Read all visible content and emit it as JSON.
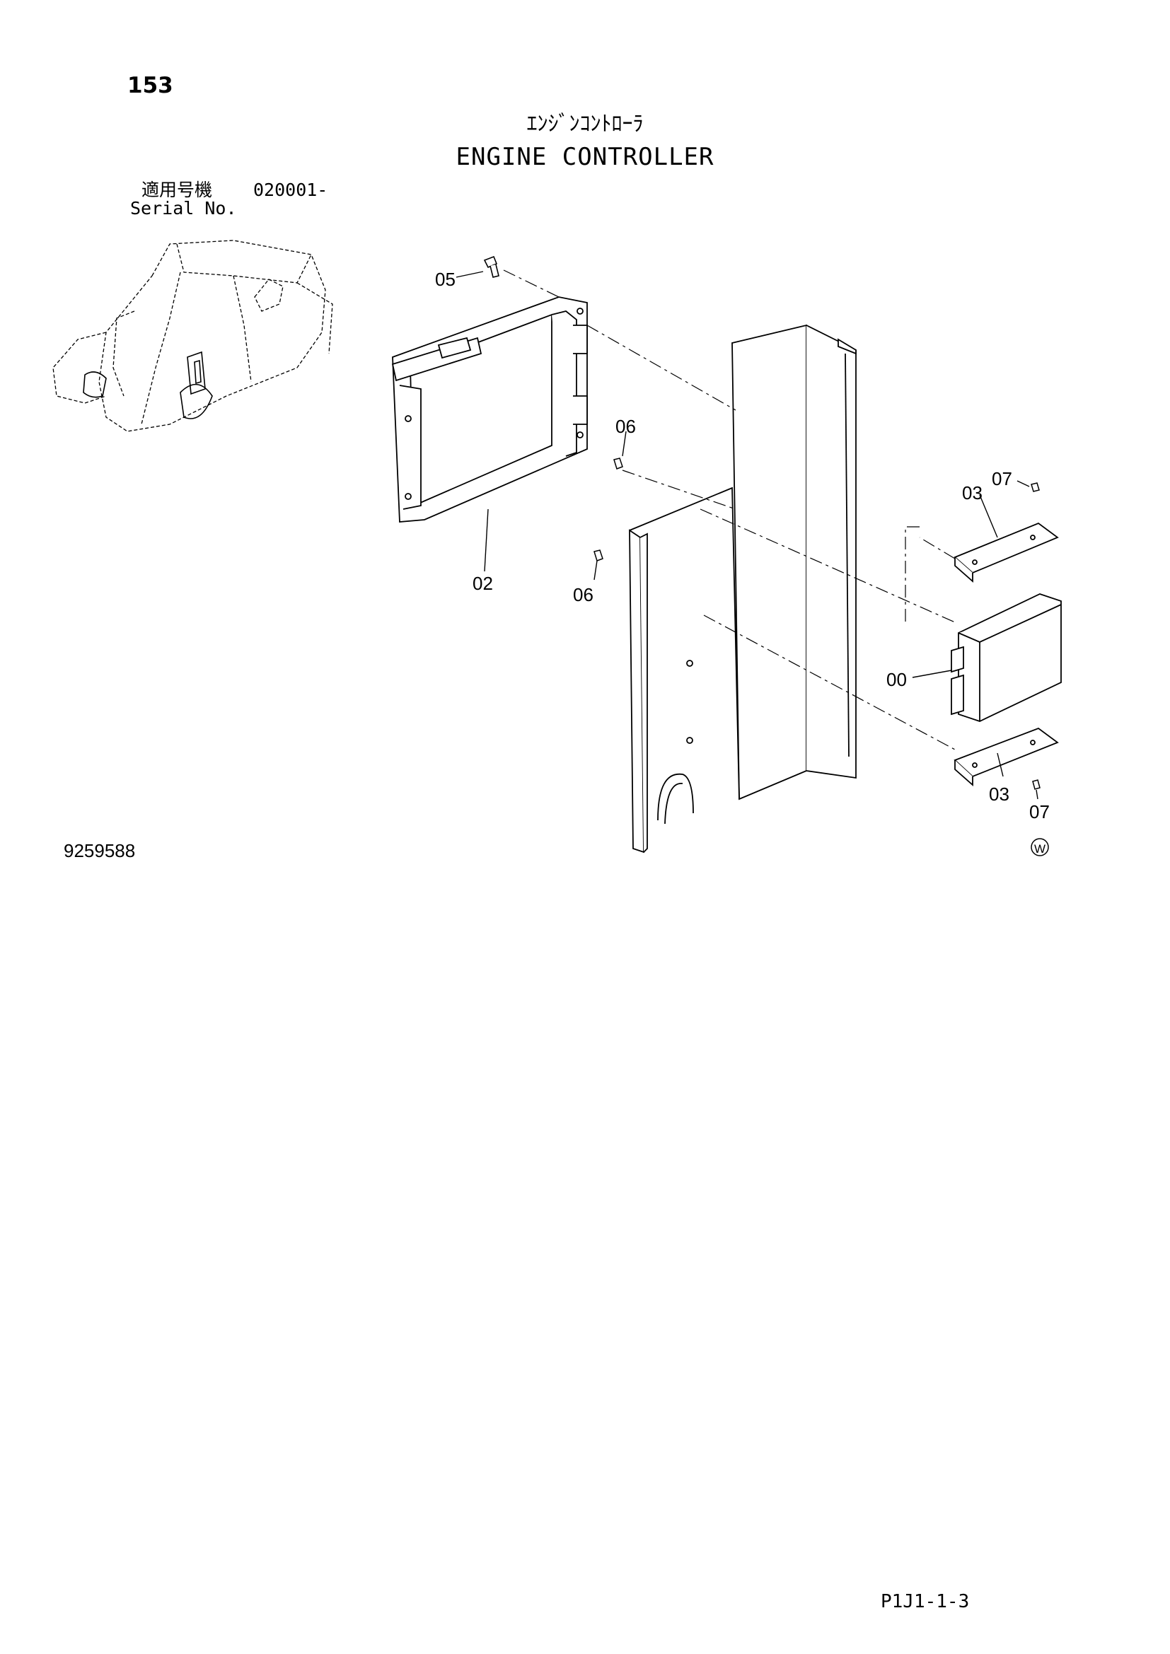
{
  "header": {
    "page_number": "153",
    "title_jp": "ｴﾝｼﾞﾝｺﾝﾄﾛｰﾗ",
    "title_en": "ENGINE CONTROLLER",
    "serial_label_jp": "適用号機",
    "serial_range": "020001-",
    "serial_label_en": "Serial No."
  },
  "callouts": {
    "c05": "05",
    "c06_top": "06",
    "c02": "02",
    "c06_bottom": "06",
    "c03_top": "03",
    "c07_top": "07",
    "c00": "00",
    "c03_bottom": "03",
    "c07_bottom": "07"
  },
  "footer": {
    "drawing_number": "9259588",
    "mark": "W",
    "page_code": "P1J1-1-3"
  },
  "icons": {
    "mark": "circled-w-icon",
    "overview": "machine-overview-icon"
  }
}
